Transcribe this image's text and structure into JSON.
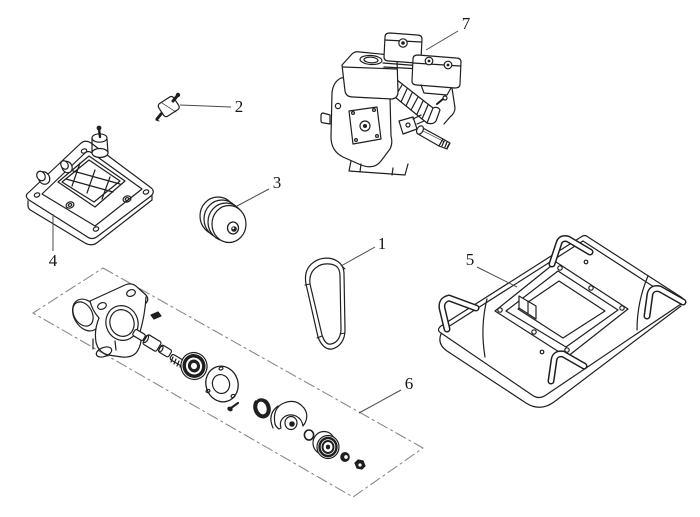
{
  "diagram": {
    "background_color": "#ffffff",
    "line_color": "#1f1f1f",
    "leader_color": "#4a4a4a",
    "dash_border_color": "#8a8a8a",
    "callouts": [
      {
        "label": "1"
      },
      {
        "label": "2"
      },
      {
        "label": "3"
      },
      {
        "label": "4"
      },
      {
        "label": "5"
      },
      {
        "label": "6"
      },
      {
        "label": "7"
      }
    ]
  }
}
